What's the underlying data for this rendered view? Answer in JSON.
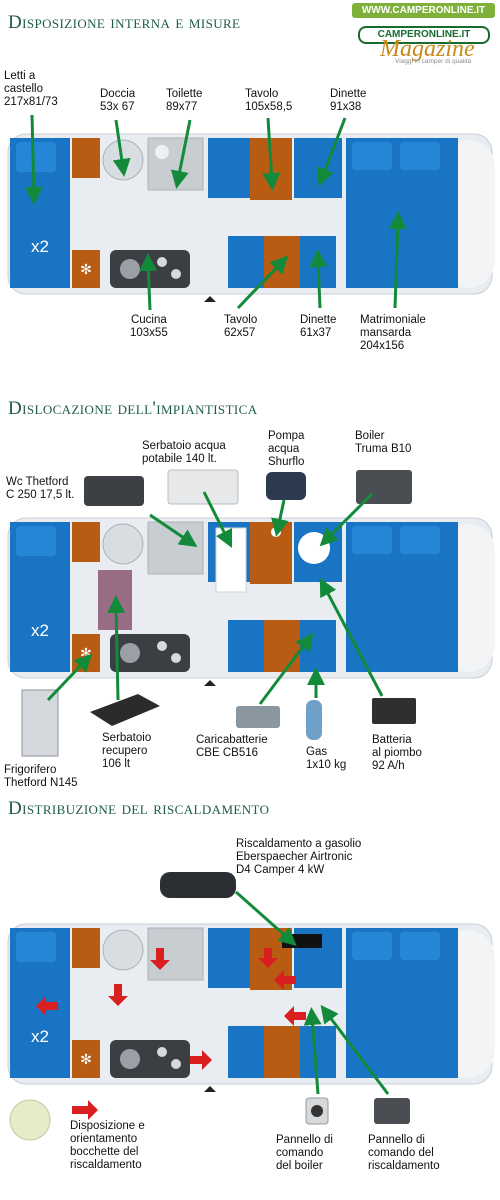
{
  "header": {
    "logo_top": "WWW.CAMPERONLINE.IT",
    "logo_brand": "CAMPERONLINE.IT",
    "logo_magazine": "Magazine",
    "logo_tagline": "Viaggi in camper di qualità"
  },
  "sections": {
    "layout": {
      "title": "Disposizione interna e misure",
      "labels": {
        "letti": "Letti a\ncastello\n217x81/73",
        "doccia": "Doccia\n53x 67",
        "toilette": "Toilette\n89x77",
        "tavolo1": "Tavolo\n105x58,5",
        "dinette1": "Dinette\n91x38",
        "cucina": "Cucina\n103x55",
        "tavolo2": "Tavolo\n62x57",
        "dinette2": "Dinette\n61x37",
        "matrimoniale": "Matrimoniale\nmansarda\n204x156"
      }
    },
    "systems": {
      "title": "Dislocazione dell'impiantistica",
      "labels": {
        "wc": "Wc Thetford\nC 250 17,5 lt.",
        "serbatoio_potabile": "Serbatoio acqua\npotabile 140 lt.",
        "pompa": "Pompa\nacqua\nShurflo",
        "boiler": "Boiler\nTruma B10",
        "frigorifero": "Frigorifero\nThetford N145",
        "serbatoio_recupero": "Serbatoio\nrecupero\n106 lt",
        "caricabatterie": "Caricabatterie\nCBE CB516",
        "gas": "Gas\n1x10 kg",
        "batteria": "Batteria\nal piombo\n92 A/h"
      }
    },
    "heating": {
      "title": "Distribuzione del riscaldamento",
      "labels": {
        "riscaldamento": "Riscaldamento a gasolio\nEberspaecher Airtronic\nD4 Camper 4 kW",
        "bocchette": "Disposizione e\norientamento\nbocchette del\nriscaldamento",
        "pannello_boiler": "Pannello di\ncomando\ndel boiler",
        "pannello_risc": "Pannello di\ncomando del\nriscaldamento"
      }
    }
  },
  "plan_text": {
    "bunk": "x2"
  },
  "colors": {
    "title": "#1e5b4a",
    "cushion_blue": "#1a74c4",
    "wood": "#b85c14",
    "arrow_green": "#138a3a",
    "arrow_red": "#d91f1f"
  }
}
